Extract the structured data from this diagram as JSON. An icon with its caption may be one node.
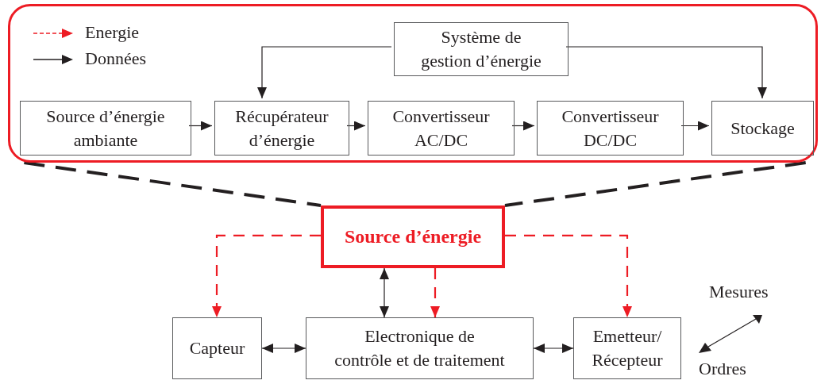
{
  "diagram": {
    "nodes": [
      {
        "text": [],
        "shape": "box"
      },
      {
        "text": [
          "Système de gestion d’énergie"
        ],
        "in": 0
      },
      {
        "text": [
          "Source d’énergie ambiante"
        ],
        "in": 0
      },
      {
        "text": [
          "Récupérateur d’énergie"
        ],
        "in": 0
      },
      {
        "text": [
          "Convertisseur AC/DC"
        ],
        "in": 0
      },
      {
        "text": [
          "Convertisseur DC/DC"
        ],
        "in": 0
      },
      {
        "text": [
          "Stockage"
        ],
        "in": 0
      },
      {
        "text": [
          "Source d’énergie"
        ]
      },
      {
        "text": [
          "Capteur"
        ]
      },
      {
        "text": [
          "Electronique de contrôle et de traitement"
        ]
      },
      {
        "text": [
          "Emetteur/ Récepteur"
        ]
      }
    ],
    "edges": [
      {
        "from": 1,
        "to": 3,
        "arrow": "to"
      },
      {
        "from": 1,
        "to": 6,
        "arrow": "to"
      },
      {
        "from": 2,
        "to": 3,
        "arrow": "to"
      },
      {
        "from": 3,
        "to": 4,
        "arrow": "to"
      },
      {
        "from": 4,
        "to": 5,
        "arrow": "to"
      },
      {
        "from": 5,
        "to": 6,
        "arrow": "to"
      },
      {
        "from": 0,
        "to": 7,
        "arrow": "none",
        "style": "dashed"
      },
      {
        "from": 0,
        "to": 7,
        "arrow": "none",
        "style": "dashed"
      },
      {
        "from": 7,
        "to": 8,
        "arrow": "to",
        "style": "dashed",
        "color": "#ed1c24"
      },
      {
        "from": 7,
        "to": 9,
        "arrow": "to",
        "style": "dashed",
        "color": "#ed1c24"
      },
      {
        "from": 7,
        "to": 10,
        "arrow": "to",
        "style": "dashed",
        "color": "#ed1c24"
      },
      {
        "from": 7,
        "to": 9,
        "arrow": "both"
      },
      {
        "from": 8,
        "to": 9,
        "arrow": "both"
      },
      {
        "from": 9,
        "to": 10,
        "arrow": "both"
      }
    ],
    "labels": [
      "Mesures",
      "Ordres"
    ],
    "legend": [
      {
        "text": "Energie"
      },
      {
        "text": "Données"
      }
    ]
  }
}
